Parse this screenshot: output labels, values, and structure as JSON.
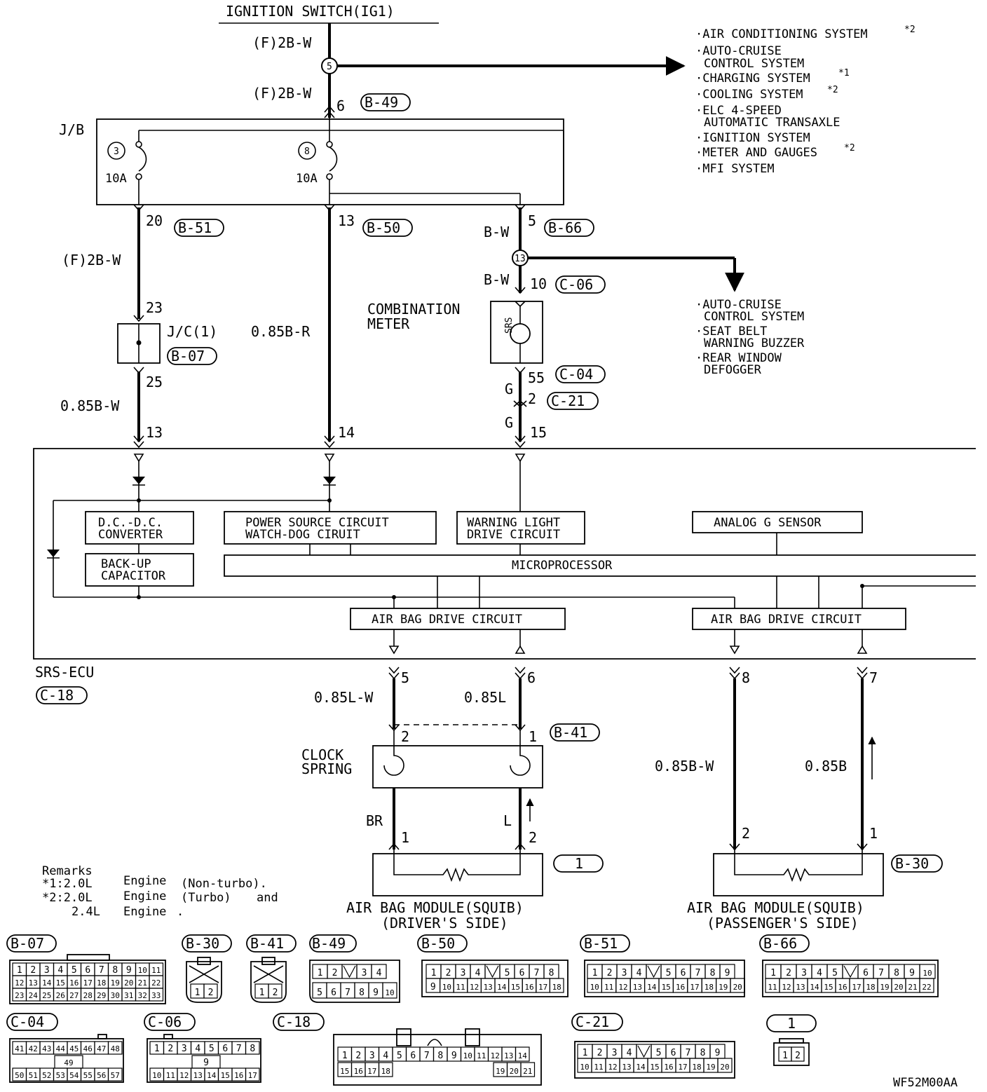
{
  "top": {
    "ignition": "IGNITION SWITCH(IG1)"
  },
  "wires": {
    "f2bw_a": "(F)2B-W",
    "f2bw_b": "(F)2B-W",
    "f2bw_c": "(F)2B-W",
    "b85r": "0.85B-R",
    "bw_a": "B-W",
    "bw_b": "B-W",
    "g_a": "G",
    "g_b": "G",
    "b85w": "0.85B-W",
    "lw85": "0.85L-W",
    "l85": "0.85L",
    "bw85p": "0.85B-W",
    "b85p": "0.85B",
    "br": "BR",
    "l": "L"
  },
  "pins": {
    "p6": "6",
    "p20": "20",
    "p13a": "13",
    "p5a": "5",
    "p10": "10",
    "p23": "23",
    "p25": "25",
    "p55": "55",
    "p2a": "2",
    "p13b": "13",
    "p14": "14",
    "p15": "15",
    "p5b": "5",
    "p6b": "6",
    "p8": "8",
    "p7": "7",
    "cs2": "2",
    "cs1": "1",
    "dm1": "1",
    "dm2": "2",
    "pm2": "2",
    "pm1": "1"
  },
  "splices": {
    "s5": "5",
    "s13": "13"
  },
  "connectors": {
    "b49": "B-49",
    "b51": "B-51",
    "b50": "B-50",
    "b66": "B-66",
    "c06": "C-06",
    "b07": "B-07",
    "c04": "C-04",
    "c21": "C-21",
    "c18": "C-18",
    "b41": "B-41",
    "one": "1",
    "b30": "B-30"
  },
  "jb": {
    "label": "J/B",
    "f3": "3",
    "f8": "8",
    "f3amp": "10A",
    "f8amp": "10A"
  },
  "jc": {
    "label": "J/C(1)"
  },
  "meter": {
    "line1": "COMBINATION",
    "line2": "METER",
    "srs": "SRS"
  },
  "systems_right": [
    {
      "l1": "AIR CONDITIONING SYSTEM",
      "sup": "*2",
      "l2": ""
    },
    {
      "l1": "AUTO-CRUISE",
      "sup": "",
      "l2": "CONTROL SYSTEM"
    },
    {
      "l1": "CHARGING SYSTEM",
      "sup": "*1",
      "l2": ""
    },
    {
      "l1": "COOLING SYSTEM",
      "sup": "*2",
      "l2": ""
    },
    {
      "l1": "ELC 4-SPEED",
      "sup": "",
      "l2": "AUTOMATIC TRANSAXLE"
    },
    {
      "l1": "IGNITION SYSTEM",
      "sup": "",
      "l2": ""
    },
    {
      "l1": "METER AND GAUGES",
      "sup": "*2",
      "l2": ""
    },
    {
      "l1": "MFI SYSTEM",
      "sup": "",
      "l2": ""
    }
  ],
  "systems_mid": [
    {
      "l1": "AUTO-CRUISE",
      "l2": "CONTROL SYSTEM"
    },
    {
      "l1": "SEAT BELT",
      "l2": "WARNING BUZZER"
    },
    {
      "l1": "REAR WINDOW",
      "l2": "DEFOGGER"
    }
  ],
  "ecu": {
    "name": "SRS-ECU",
    "dcdc1": "D.C.-D.C.",
    "dcdc2": "CONVERTER",
    "backup1": "BACK-UP",
    "backup2": "CAPACITOR",
    "power1": "POWER SOURCE CIRCUIT",
    "power2": "WATCH-DOG CIRUIT",
    "warn1": "WARNING LIGHT",
    "warn2": "DRIVE CIRCUIT",
    "analog": "ANALOG G SENSOR",
    "micro": "MICROPROCESSOR",
    "drive_a": "AIR BAG DRIVE CIRCUIT",
    "drive_b": "AIR BAG DRIVE CIRCUIT"
  },
  "clock": {
    "l1": "CLOCK",
    "l2": "SPRING"
  },
  "modules": {
    "driver1": "AIR BAG MODULE(SQUIB)",
    "driver2": "(DRIVER'S SIDE)",
    "pass1": "AIR BAG MODULE(SQUIB)",
    "pass2": "(PASSENGER'S SIDE)"
  },
  "remarks": {
    "title": "Remarks",
    "r1a": "*1:2.0L",
    "r1b": "Engine",
    "r1c": "(Non-turbo).",
    "r2a": "*2:2.0L",
    "r2b": "Engine",
    "r2c": "(Turbo)",
    "r2d": "and",
    "r3a": "2.4L",
    "r3b": "Engine",
    "r3c": "."
  },
  "bottom_labels": {
    "b07": "B-07",
    "b30": "B-30",
    "b41": "B-41",
    "b49": "B-49",
    "b50": "B-50",
    "b51": "B-51",
    "b66": "B-66",
    "c04": "C-04",
    "c06": "C-06",
    "c18": "C-18",
    "c21": "C-21",
    "one": "1"
  },
  "pinouts": {
    "b07": {
      "r1": [
        "1",
        "2",
        "3",
        "4",
        "5",
        "6",
        "7",
        "8",
        "9",
        "10",
        "11"
      ],
      "r2": [
        "12",
        "13",
        "14",
        "15",
        "16",
        "17",
        "18",
        "19",
        "20",
        "21",
        "22"
      ],
      "r3": [
        "23",
        "24",
        "25",
        "26",
        "27",
        "28",
        "29",
        "30",
        "31",
        "32",
        "33"
      ]
    },
    "b30": [
      "1",
      "2"
    ],
    "b41": [
      "1",
      "2"
    ],
    "b49": {
      "r1": [
        "1",
        "2",
        "",
        "3",
        "4"
      ],
      "r2": [
        "5",
        "6",
        "7",
        "8",
        "9",
        "10"
      ]
    },
    "b50": {
      "r1": [
        "1",
        "2",
        "3",
        "4",
        "",
        "5",
        "6",
        "7",
        "8"
      ],
      "r2": [
        "9",
        "10",
        "11",
        "12",
        "13",
        "14",
        "15",
        "16",
        "17",
        "18"
      ]
    },
    "b51": {
      "r1": [
        "1",
        "2",
        "3",
        "4",
        "",
        "5",
        "6",
        "7",
        "8",
        "9"
      ],
      "r2": [
        "10",
        "11",
        "12",
        "13",
        "14",
        "15",
        "16",
        "17",
        "18",
        "19",
        "20"
      ]
    },
    "b66": {
      "r1": [
        "1",
        "2",
        "3",
        "4",
        "5",
        "",
        "6",
        "7",
        "8",
        "9",
        "10"
      ],
      "r2": [
        "11",
        "12",
        "13",
        "14",
        "15",
        "16",
        "17",
        "18",
        "19",
        "20",
        "21",
        "22"
      ]
    },
    "c04": {
      "r1": [
        "41",
        "42",
        "43",
        "44",
        "45",
        "46",
        "47",
        "48"
      ],
      "mid": "49",
      "r2": [
        "50",
        "51",
        "52",
        "53",
        "54",
        "55",
        "56",
        "57"
      ]
    },
    "c06": {
      "r1": [
        "1",
        "2",
        "3",
        "4",
        "5",
        "6",
        "7",
        "8"
      ],
      "mid": "9",
      "r2": [
        "10",
        "11",
        "12",
        "13",
        "14",
        "15",
        "16",
        "17"
      ]
    },
    "c18": {
      "r1": [
        "1",
        "2",
        "3",
        "4",
        "5",
        "6",
        "7",
        "8",
        "9",
        "10",
        "11",
        "12",
        "13",
        "14"
      ],
      "r2a": [
        "15",
        "16",
        "17",
        "18"
      ],
      "r2b": [
        "19",
        "20",
        "21"
      ]
    },
    "c21": {
      "r1": [
        "1",
        "2",
        "3",
        "4",
        "",
        "5",
        "6",
        "7",
        "8",
        "9"
      ],
      "r2": [
        "10",
        "11",
        "12",
        "13",
        "14",
        "15",
        "16",
        "17",
        "18",
        "19",
        "20"
      ]
    },
    "one": [
      "1",
      "2"
    ]
  },
  "code": "WF52M00AA"
}
